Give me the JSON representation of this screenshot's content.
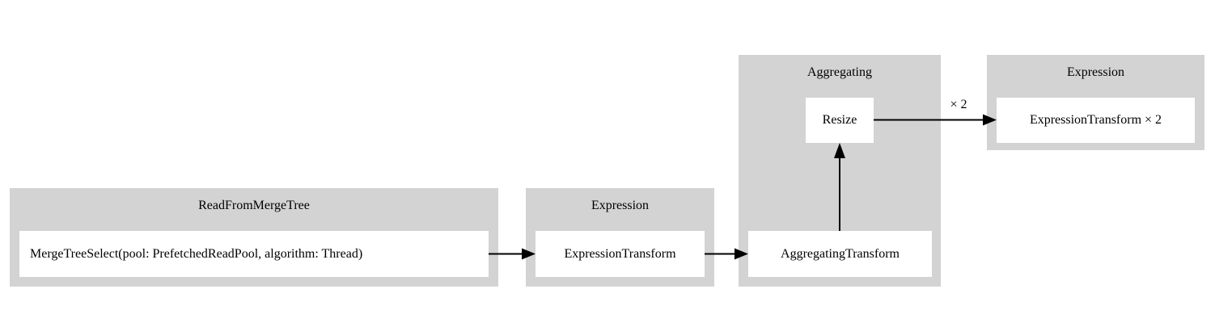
{
  "diagram": {
    "type": "pipeline-graph",
    "background_color": "#ffffff",
    "group_color": "#d3d3d3",
    "node_color": "#ffffff",
    "edge_color": "#000000",
    "groups": [
      {
        "id": "read-from-merge-tree",
        "title": "ReadFromMergeTree",
        "nodes": [
          {
            "id": "merge-tree-select",
            "label": "MergeTreeSelect(pool: PrefetchedReadPool, algorithm: Thread)"
          }
        ]
      },
      {
        "id": "expression-1",
        "title": "Expression",
        "nodes": [
          {
            "id": "expression-transform-1",
            "label": "ExpressionTransform"
          }
        ]
      },
      {
        "id": "aggregating",
        "title": "Aggregating",
        "nodes": [
          {
            "id": "resize",
            "label": "Resize"
          },
          {
            "id": "aggregating-transform",
            "label": "AggregatingTransform"
          }
        ]
      },
      {
        "id": "expression-2",
        "title": "Expression",
        "nodes": [
          {
            "id": "expression-transform-2",
            "label": "ExpressionTransform × 2"
          }
        ]
      }
    ],
    "edges": [
      {
        "id": "edge-merge-to-expression",
        "from": "merge-tree-select",
        "to": "expression-transform-1",
        "label": ""
      },
      {
        "id": "edge-expression-to-aggregating",
        "from": "expression-transform-1",
        "to": "aggregating-transform",
        "label": ""
      },
      {
        "id": "edge-aggregating-to-resize",
        "from": "aggregating-transform",
        "to": "resize",
        "label": ""
      },
      {
        "id": "edge-resize-to-expression2",
        "from": "resize",
        "to": "expression-transform-2",
        "label": "× 2"
      }
    ]
  }
}
